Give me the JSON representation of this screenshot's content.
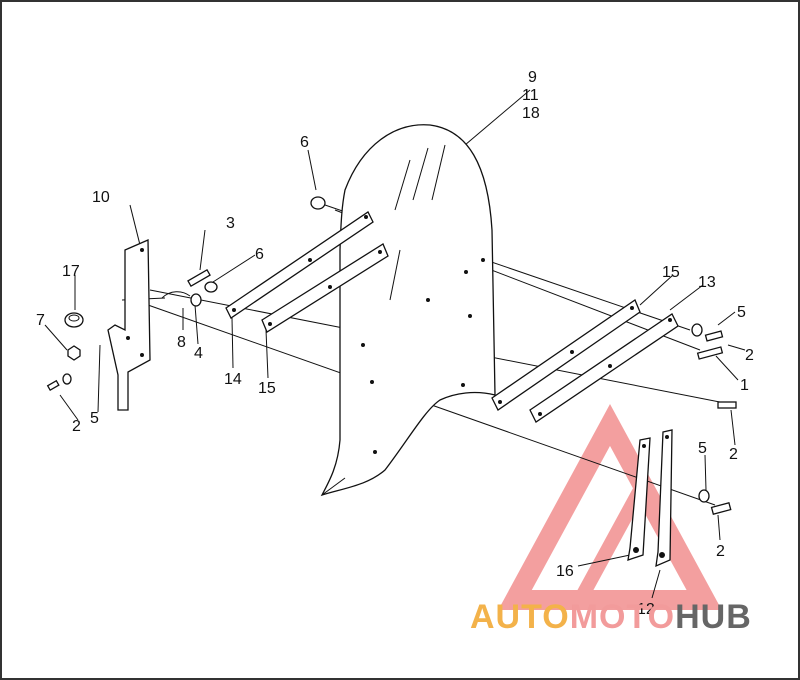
{
  "callouts": {
    "c9": "9",
    "c11": "11",
    "c18": "18",
    "c6a": "6",
    "c6b": "6",
    "c10": "10",
    "c3": "3",
    "c17": "17",
    "c7": "7",
    "c8": "8",
    "c4": "4",
    "c14": "14",
    "c15a": "15",
    "c15b": "15",
    "c13": "13",
    "c5a": "5",
    "c5b": "5",
    "c5c": "5",
    "c2a": "2",
    "c2b": "2",
    "c2c": "2",
    "c2d": "2",
    "c1": "1",
    "c16": "16",
    "c12": "12"
  },
  "watermark": {
    "part1": "AUTO",
    "part2": "MOTO",
    "part3": "HUB",
    "colors": {
      "part1": "#f3b24a",
      "part2": "#f29b9b",
      "part3": "#666666",
      "triangle": "#f08080"
    }
  },
  "colors": {
    "line": "#111111",
    "frame": "#333333",
    "background": "#ffffff"
  }
}
